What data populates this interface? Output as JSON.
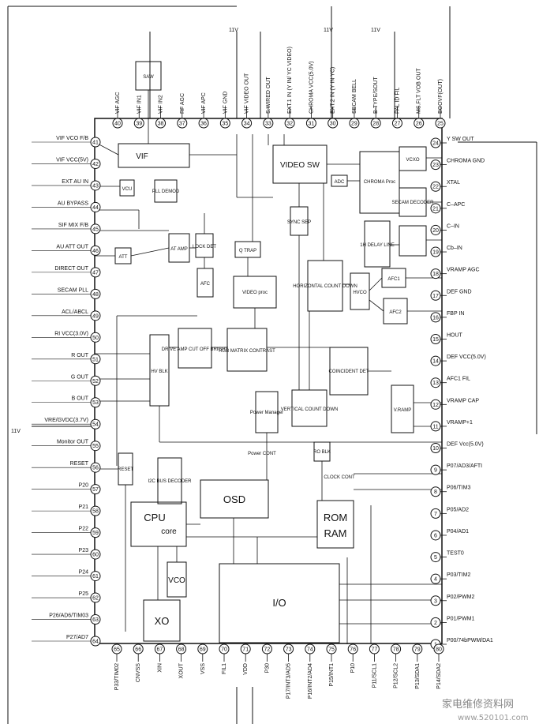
{
  "top_pins": [
    {
      "n": "40",
      "label": "VIF AGC"
    },
    {
      "n": "39",
      "label": "VIF IN1"
    },
    {
      "n": "38",
      "label": "VIF IN2"
    },
    {
      "n": "37",
      "label": "RF AGC"
    },
    {
      "n": "36",
      "label": "VIF APC"
    },
    {
      "n": "35",
      "label": "VIF GND"
    },
    {
      "n": "34",
      "label": "VIF VIDEO OUT"
    },
    {
      "n": "33",
      "label": "S.WIRED OUT"
    },
    {
      "n": "32",
      "label": "EXT.1 IN (Y IN/ YC VIDEO)"
    },
    {
      "n": "31",
      "label": "CHROMA VCC(5.0V)"
    },
    {
      "n": "30",
      "label": "EXT.2 IN (Y IN YC)"
    },
    {
      "n": "29",
      "label": "SECAM BELL"
    },
    {
      "n": "28",
      "label": "B-TYPE/SOUT"
    },
    {
      "n": "27",
      "label": "PAL ID FIL"
    },
    {
      "n": "26",
      "label": "MS.FLT VOB OUT"
    },
    {
      "n": "25",
      "label": "BOOVF(OUT)"
    }
  ],
  "right_pins": [
    {
      "n": "24",
      "label": "Y SW OUT"
    },
    {
      "n": "23",
      "label": "CHROMA GND"
    },
    {
      "n": "22",
      "label": "XTAL"
    },
    {
      "n": "21",
      "label": "C–APC"
    },
    {
      "n": "20",
      "label": "C–IN"
    },
    {
      "n": "19",
      "label": "Cb–IN"
    },
    {
      "n": "18",
      "label": "VRAMP AGC"
    },
    {
      "n": "17",
      "label": "DEF GND"
    },
    {
      "n": "16",
      "label": "FBP IN"
    },
    {
      "n": "15",
      "label": "HOUT"
    },
    {
      "n": "14",
      "label": "DEF VCC(5.0V)"
    },
    {
      "n": "13",
      "label": "AFC1 FIL"
    },
    {
      "n": "12",
      "label": "VRAMP CAP"
    },
    {
      "n": "11",
      "label": "VRAMP+1"
    },
    {
      "n": "10",
      "label": "DEF Vcc(5.0V)"
    },
    {
      "n": "9",
      "label": "P07/AD3/AFTI"
    },
    {
      "n": "8",
      "label": "P06/TIM3"
    },
    {
      "n": "7",
      "label": "P05/AD2"
    },
    {
      "n": "6",
      "label": "P04/AD1"
    },
    {
      "n": "5",
      "label": "TEST0"
    },
    {
      "n": "4",
      "label": "P03/TIM2"
    },
    {
      "n": "3",
      "label": "P02/PWM2"
    },
    {
      "n": "2",
      "label": "P01/PWM1"
    },
    {
      "n": "1",
      "label": "P00/74bPWM/DA1"
    }
  ],
  "left_pins": [
    {
      "n": "41",
      "label": "VIF VCO F/B"
    },
    {
      "n": "42",
      "label": "VIF VCC(5V)"
    },
    {
      "n": "43",
      "label": "EXT AU IN"
    },
    {
      "n": "44",
      "label": "AU BYPASS"
    },
    {
      "n": "45",
      "label": "SIF MIX F/B"
    },
    {
      "n": "46",
      "label": "AU ATT OUT"
    },
    {
      "n": "47",
      "label": "DIRECT OUT"
    },
    {
      "n": "48",
      "label": "SECAM PLL"
    },
    {
      "n": "49",
      "label": "ACL/ABCL"
    },
    {
      "n": "50",
      "label": "RI VCC(3.0V)"
    },
    {
      "n": "51",
      "label": "R OUT"
    },
    {
      "n": "52",
      "label": "G OUT"
    },
    {
      "n": "53",
      "label": "B OUT"
    },
    {
      "n": "54",
      "label": "VRE/GVDC(3.7V)"
    },
    {
      "n": "55",
      "label": "Monitor OUT"
    },
    {
      "n": "56",
      "label": "RESET"
    },
    {
      "n": "57",
      "label": "P20"
    },
    {
      "n": "58",
      "label": "P21"
    },
    {
      "n": "59",
      "label": "P22"
    },
    {
      "n": "60",
      "label": "P23"
    },
    {
      "n": "61",
      "label": "P24"
    },
    {
      "n": "62",
      "label": "P25"
    },
    {
      "n": "63",
      "label": "P26/AD6/TIM03"
    },
    {
      "n": "64",
      "label": "P27/AD7"
    }
  ],
  "bottom_pins": [
    {
      "n": "65",
      "label": "P33/TIM02"
    },
    {
      "n": "66",
      "label": "CNVSS"
    },
    {
      "n": "67",
      "label": "XIN"
    },
    {
      "n": "68",
      "label": "XOUT"
    },
    {
      "n": "69",
      "label": "VSS"
    },
    {
      "n": "70",
      "label": "FIL1"
    },
    {
      "n": "71",
      "label": "VDD"
    },
    {
      "n": "72",
      "label": "P30"
    },
    {
      "n": "73",
      "label": "P17/INT3/AD5"
    },
    {
      "n": "74",
      "label": "P16/INT2/AD4"
    },
    {
      "n": "75",
      "label": "P15/INT1"
    },
    {
      "n": "76",
      "label": "P10"
    },
    {
      "n": "77",
      "label": "P11/SCL1"
    },
    {
      "n": "78",
      "label": "P12/SCL2"
    },
    {
      "n": "79",
      "label": "P13/SDA1"
    },
    {
      "n": "80",
      "label": "P14/SDA2"
    }
  ],
  "blocks": {
    "saw": "SAW",
    "vif": "VIF",
    "vcu": "VCU",
    "pll_demod": "PLL DEMOD",
    "video_sw": "VIDEO SW",
    "chroma": "CHROMA Proc",
    "secam": "SECAM DECODER",
    "vcxo": "VCXO",
    "adc": "ADC",
    "sync_sep": "SYNC SEP",
    "lock_det": "LOCK DET",
    "q_trap": "Q TRAP",
    "at_amp": "AT AMP",
    "att": "ATT",
    "afc": "AFC",
    "video_proc": "VIDEO proc",
    "h_countdown": "HORIZONTAL COUNT DOWN",
    "hvco": "HVCO",
    "afc2": "AFC2",
    "afc1": "AFC1",
    "delay_line": "1H DELAY LINE",
    "rgb_matrix": "RGB MATRIX CONTRAST",
    "drive": "DRIVE AMP CUT OFF BRIGHT",
    "hv_blk": "HV BLK",
    "v_countdown": "VERTICAL COUNT DOWN",
    "coincident": "COINCIDENT DET",
    "v_ramp": "V.RAMP",
    "power_manager": "Power Manager",
    "reset": "RESET",
    "ro_blk": "RO BLK",
    "pc_bus": "I2C BUS DECODER",
    "osd": "OSD",
    "cpu": "CPU",
    "cpu2": "core",
    "rom": "ROM",
    "ram": "RAM",
    "vco": "VCO",
    "xo": "XO",
    "io": "I/O"
  },
  "annotations": {
    "v11_left": "11V",
    "v11_top1": "11V",
    "v11_top2": "11V",
    "v11_top3": "11V",
    "power_cont": "Power CONT",
    "clock_cont": "CLOCK CONT"
  },
  "watermark": {
    "text": "家电维修资料网",
    "url": "www.520101.com"
  },
  "colors": {
    "line": "#111111",
    "bg": "#ffffff"
  }
}
